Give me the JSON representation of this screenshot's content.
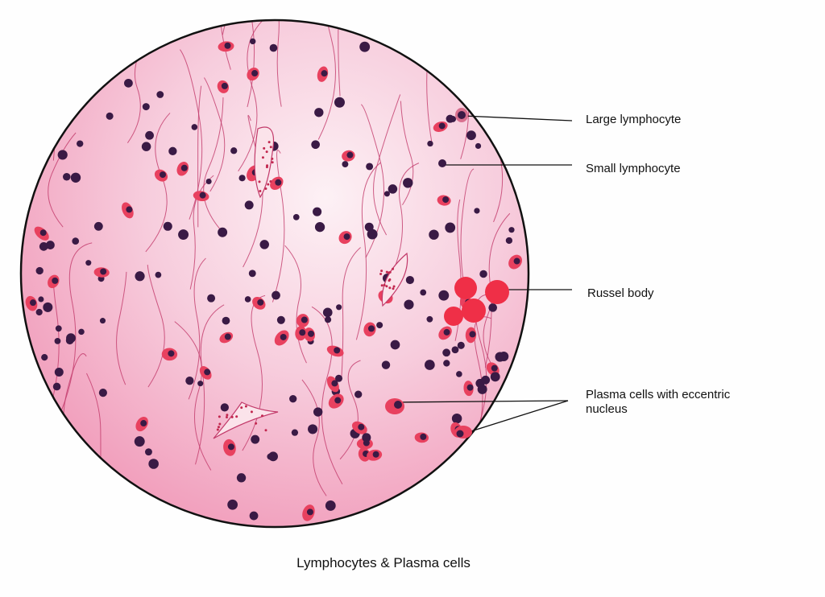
{
  "labels": {
    "large_lymphocyte": "Large lymphocyte",
    "small_lymphocyte": "Small lymphocyte",
    "russel_body": "Russel body",
    "plasma_cells_line1": "Plasma cells with eccentric",
    "plasma_cells_line2": "nucleus"
  },
  "caption": "Lymphocytes & Plasma cells",
  "colors": {
    "tissue": "#f4b6cc",
    "tissue_light": "#fbe6ee",
    "nucleus": "#3a1a45",
    "plasma_cytoplasm": "#e8415f",
    "russel_body": "#ef2f47",
    "fiber": "#c23a6a"
  }
}
